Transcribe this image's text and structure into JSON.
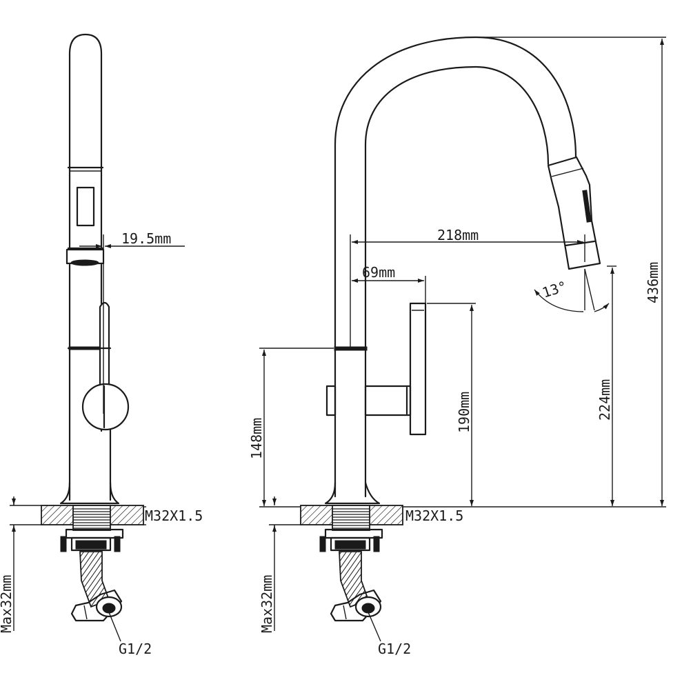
{
  "labels": {
    "side_spout_diameter": "19.5mm",
    "reach": "218mm",
    "handle_offset": "69mm",
    "spray_angle": "13°",
    "total_height": "436mm",
    "spout_outlet_height": "224mm",
    "handle_height": "190mm",
    "body_height": "148mm",
    "side_thread": "M32X1.5",
    "front_thread": "M32X1.5",
    "side_max_deck": "Max32mm",
    "front_max_deck": "Max32mm",
    "side_connector": "G1/2",
    "front_connector": "G1/2"
  },
  "colors": {
    "line": "#1a1a1a",
    "background": "#ffffff"
  }
}
